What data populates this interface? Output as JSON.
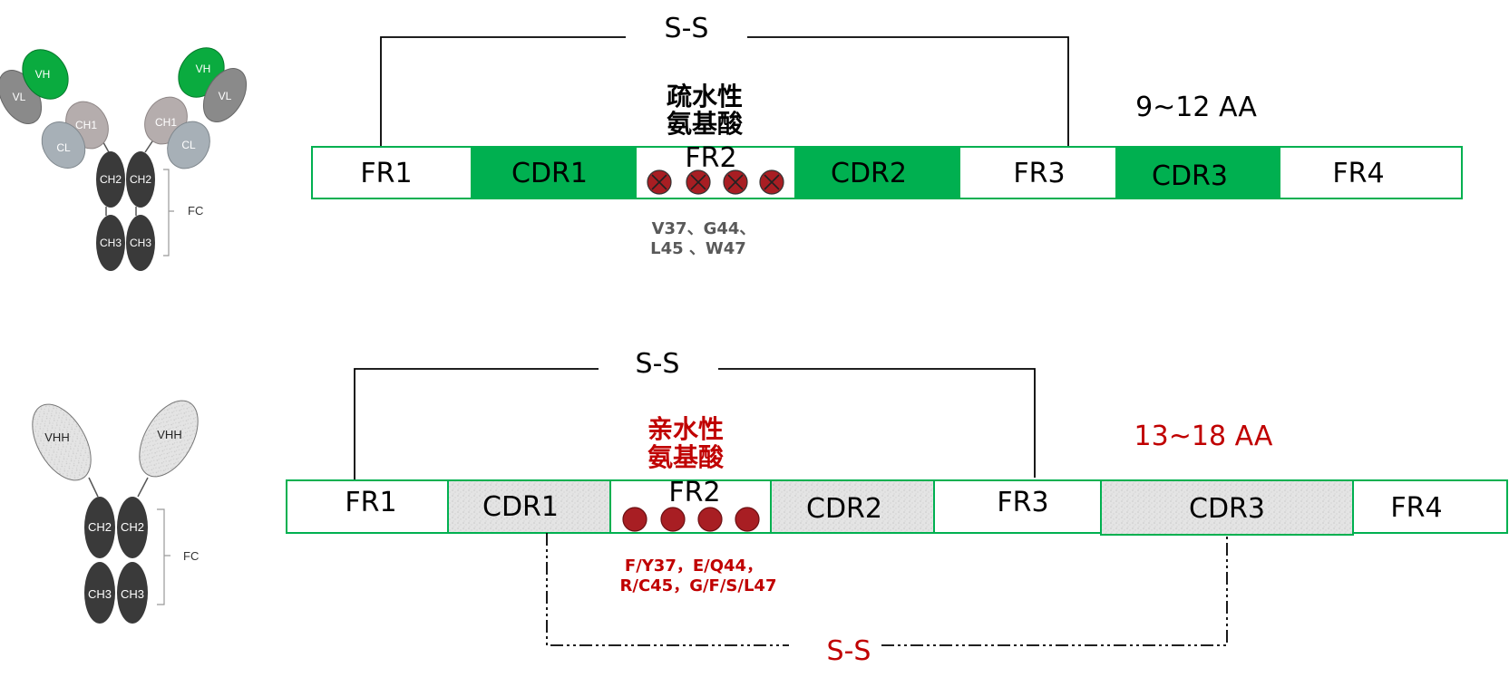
{
  "colors": {
    "green": "#00b050",
    "border": "#00b050",
    "dark": "#000000",
    "red": "#c00000",
    "grey_text": "#595959",
    "vh_green": "#0aab3f",
    "vl_grey": "#8a8a8a",
    "ch1": "#b5adad",
    "cl": "#a7b0b7",
    "ch_dark": "#3a3a3a",
    "vhh_fill": "#e6e6e6",
    "site_fill": "#a81e23"
  },
  "antibody_igg": {
    "vh_left": "VH",
    "vh_right": "VH",
    "vl_left": "VL",
    "vl_right": "VL",
    "ch1_left": "CH1",
    "ch1_right": "CH1",
    "cl_left": "CL",
    "cl_right": "CL",
    "ch2_left": "CH2",
    "ch2_right": "CH2",
    "ch3_left": "CH3",
    "ch3_right": "CH3",
    "fc": "FC"
  },
  "antibody_vhh": {
    "vhh_left": "VHH",
    "vhh_right": "VHH",
    "ch2_left": "CH2",
    "ch2_right": "CH2",
    "ch3_left": "CH3",
    "ch3_right": "CH3",
    "fc": "FC"
  },
  "top_panel": {
    "disulfide": "S-S",
    "residue_type_line1": "疏水性",
    "residue_type_line2": "氨基酸",
    "cdr3_length": "9~12 AA",
    "segments": [
      "FR1",
      "CDR1",
      "FR2",
      "CDR2",
      "FR3",
      "CDR3",
      "FR4"
    ],
    "sites_line1": "V37、G44、",
    "sites_line2": "L45 、W47"
  },
  "bottom_panel": {
    "disulfide": "S-S",
    "residue_type_line1": "亲水性",
    "residue_type_line2": "氨基酸",
    "cdr3_length": "13~18 AA",
    "segments": [
      "FR1",
      "CDR1",
      "FR2",
      "CDR2",
      "FR3",
      "CDR3",
      "FR4"
    ],
    "sites_line1": "F/Y37，E/Q44，",
    "sites_line2": "R/C45，G/F/S/L47",
    "extra_disulfide": "S-S"
  }
}
